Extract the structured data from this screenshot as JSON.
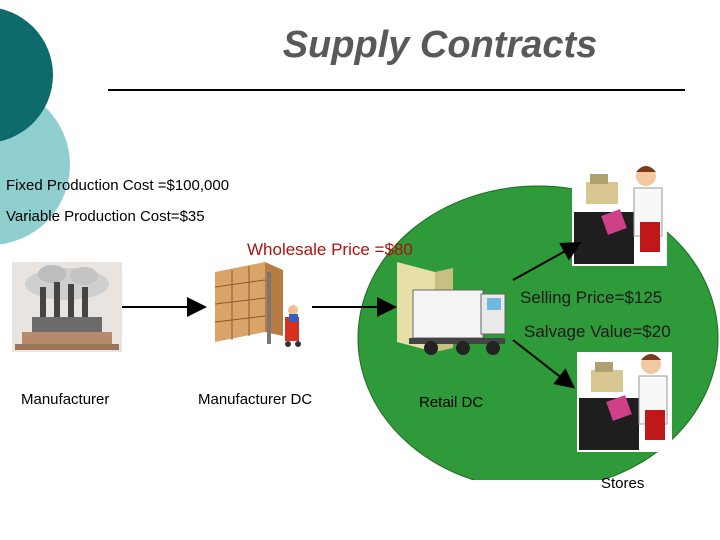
{
  "slide": {
    "title": "Supply Contracts",
    "fixed_cost": "Fixed Production Cost =$100,000",
    "variable_cost": "Variable Production Cost=$35",
    "wholesale_price": "Wholesale Price =$80",
    "selling_price": "Selling Price=$125",
    "salvage_value": "Salvage Value=$20"
  },
  "nodes": {
    "manufacturer": "Manufacturer",
    "manufacturer_dc": "Manufacturer DC",
    "retail_dc": "Retail DC",
    "stores": "Stores"
  },
  "colors": {
    "teal_dark": "#0d6b6b",
    "teal_light": "#8fcfcf",
    "green_ellipse": "#2f9a3a",
    "accent_red": "#b01010"
  },
  "icons": [
    "factory-icon",
    "warehouse-icon",
    "truck-icon",
    "cashier-icon"
  ]
}
